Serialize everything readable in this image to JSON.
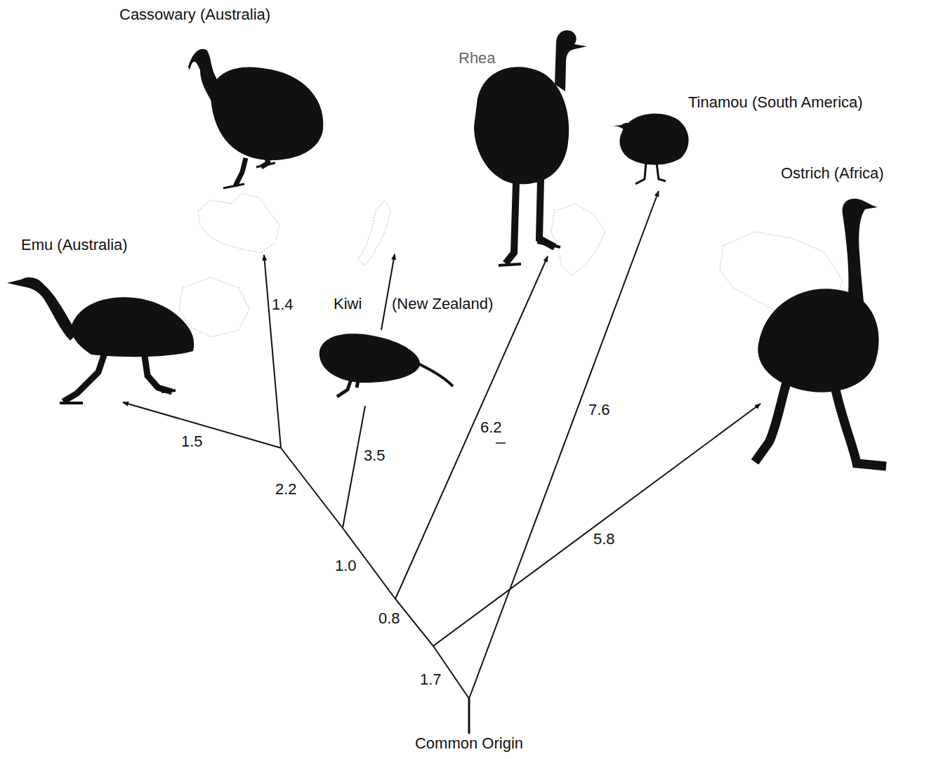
{
  "diagram": {
    "labels": [
      "Cassowary (Australia)",
      "Rhea",
      "Tinamou (South America)",
      "Ostrich (Africa)",
      "Emu (Australia)",
      "Kiwi",
      "(New Zealand)",
      "1.4",
      "1.5",
      "2.2",
      "3.5",
      "6.2",
      "7.6",
      "1.0",
      "0.8",
      "5.8",
      "1.7",
      "Common Origin"
    ]
  }
}
